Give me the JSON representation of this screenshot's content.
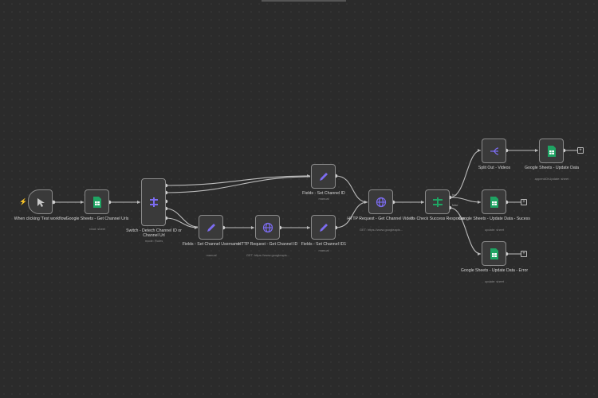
{
  "nodes": {
    "trigger": {
      "label": "When clicking 'Test workflow'",
      "icon": "cursor-icon"
    },
    "sheets_get": {
      "label": "Google Sheets - Get Channel Urls",
      "sub": "read: sheet",
      "icon": "sheets-icon"
    },
    "switch": {
      "label": "Switch - Detech Channel ID or Channel Url",
      "sub": "mode: Rules",
      "icon": "switch-icon"
    },
    "set_channel_id": {
      "label": "Fields - Set Channel ID",
      "sub": "manual",
      "icon": "pencil-icon"
    },
    "set_username": {
      "label": "Fields - Set Channel Username",
      "sub": "manual",
      "icon": "pencil-icon"
    },
    "http_channel_id": {
      "label": "HTTP Request - Get Channel ID",
      "sub": "GET: https://www.googleapis...",
      "icon": "globe-icon"
    },
    "set_channel_id1": {
      "label": "Fields - Set Channel ID1",
      "sub": "manual",
      "icon": "pencil-icon"
    },
    "http_videos": {
      "label": "HTTP Request - Get Channel Videos",
      "sub": "GET: https://www.googleapis...",
      "icon": "globe-icon"
    },
    "if_check": {
      "label": "If - Check Success Response",
      "sub": "",
      "icon": "if-icon"
    },
    "split_out": {
      "label": "Split Out - Videos",
      "sub": "",
      "icon": "split-icon"
    },
    "sheets_update_data": {
      "label": "Google Sheets - Update Data",
      "sub": "appendOrUpdate: sheet",
      "icon": "sheets-icon"
    },
    "sheets_update_success": {
      "label": "Google Sheets - Update Data - Sucess",
      "sub": "update: sheet",
      "icon": "sheets-icon"
    },
    "sheets_update_error": {
      "label": "Google Sheets - Update Data - Error",
      "sub": "update: sheet",
      "icon": "sheets-icon"
    }
  },
  "branch_labels": {
    "true": "true",
    "false": "false"
  },
  "colors": {
    "accent": "#7c6cf0",
    "sheets": "#1fa463",
    "edge": "#bcbcbc",
    "trigger": "#ff6a3d"
  }
}
